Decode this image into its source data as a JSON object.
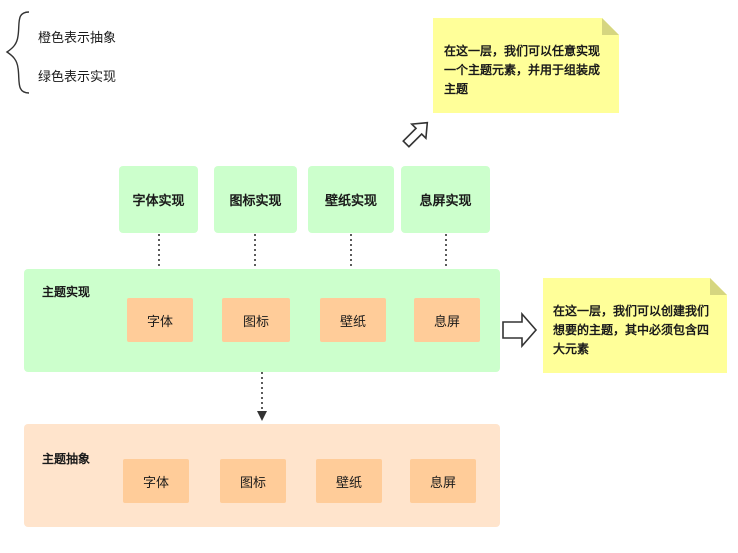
{
  "legend": {
    "orange": "橙色表示抽象",
    "green": "绿色表示实现"
  },
  "implementations": [
    {
      "label": "字体实现"
    },
    {
      "label": "图标实现"
    },
    {
      "label": "壁纸实现"
    },
    {
      "label": "息屏实现"
    }
  ],
  "theme_impl": {
    "title": "主题实现",
    "elements": [
      {
        "label": "字体"
      },
      {
        "label": "图标"
      },
      {
        "label": "壁纸"
      },
      {
        "label": "息屏"
      }
    ]
  },
  "theme_abstract": {
    "title": "主题抽象",
    "elements": [
      {
        "label": "字体"
      },
      {
        "label": "图标"
      },
      {
        "label": "壁纸"
      },
      {
        "label": "息屏"
      }
    ]
  },
  "notes": {
    "top": "在这一层，我们可以任意实现一个主题元素，并用于组装成主题",
    "right": "在这一层，我们可以创建我们想要的主题，其中必须包含四大元素"
  },
  "colors": {
    "green_fill": "#ccffcc",
    "orange_fill": "#ffe4cc",
    "chip_fill": "#ffcc99",
    "note_fill": "#ffff99",
    "note_fold": "#d6d680"
  }
}
